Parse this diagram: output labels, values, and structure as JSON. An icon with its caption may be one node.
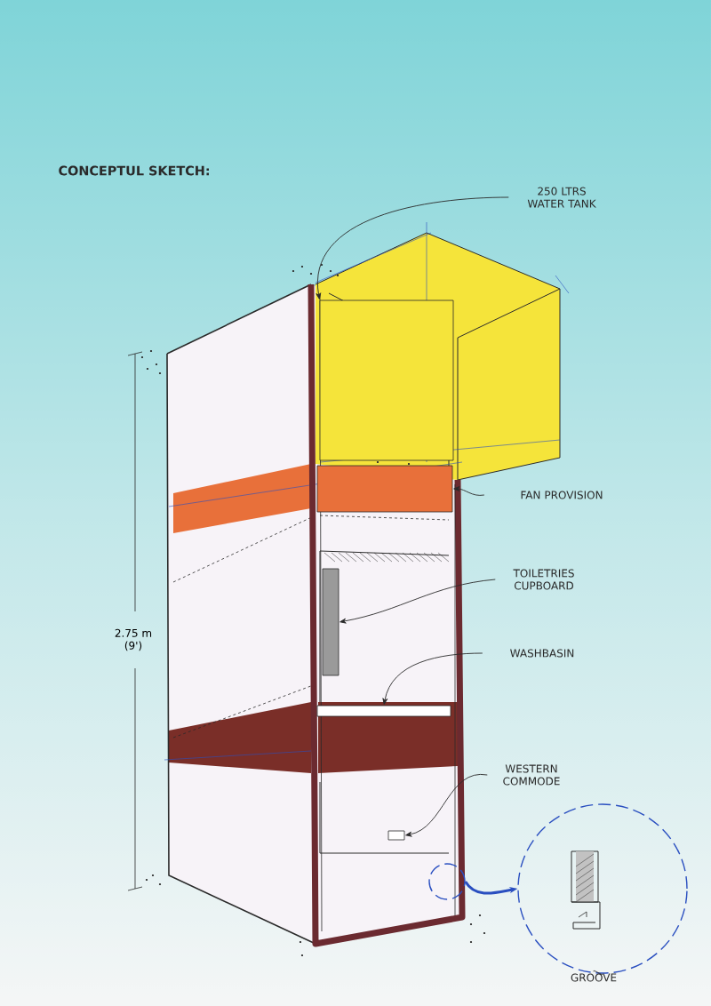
{
  "diagram": {
    "title": "CONCEPTUL SKETCH:",
    "nodes": [
      {
        "text": [
          "250 LTRS WATER TANK"
        ]
      },
      {
        "text": [],
        "shape": "box"
      },
      {
        "text": [
          "FAN PROVISION"
        ]
      },
      {
        "text": [],
        "shape": "bar"
      },
      {
        "text": [
          "TOILETRIES CUPBOARD"
        ]
      },
      {
        "text": [],
        "shape": "box"
      },
      {
        "text": [
          "WASHBASIN"
        ]
      },
      {
        "text": [],
        "shape": "box"
      },
      {
        "text": [
          "WESTERN COMMODE"
        ]
      },
      {
        "text": [],
        "shape": "box"
      },
      {
        "text": [],
        "shape": "circle"
      },
      {
        "text": [],
        "shape": "circle"
      },
      {
        "text": [
          "GROOVE"
        ]
      }
    ],
    "edges": [
      {
        "from": 0,
        "to": 1,
        "arrow": "to"
      },
      {
        "from": 2,
        "to": 3,
        "arrow": "to"
      },
      {
        "from": 4,
        "to": 5,
        "arrow": "to"
      },
      {
        "from": 6,
        "to": 7,
        "arrow": "to"
      },
      {
        "from": 8,
        "to": 9,
        "arrow": "to"
      },
      {
        "from": 10,
        "to": 11,
        "arrow": "to",
        "style": "thick",
        "color": "#2a4fc0"
      },
      {
        "from": 12,
        "to": 11,
        "arrow": "none"
      }
    ],
    "labels": [
      "2.75 m (9')"
    ]
  }
}
